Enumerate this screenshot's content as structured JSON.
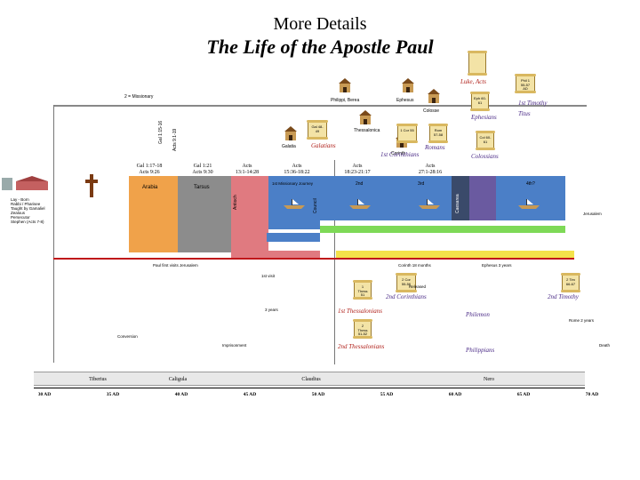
{
  "header": {
    "title": "More Details",
    "subtitle": "The Life of the Apostle Paul"
  },
  "top_notes": {
    "left_note": "2 = Missionary"
  },
  "churches": [
    {
      "name": "Philippi, Berea"
    },
    {
      "name": "Ephesus"
    },
    {
      "name": "Colosse"
    },
    {
      "name": "Thessalonica"
    },
    {
      "name": "Galatia"
    },
    {
      "name": "Corinth"
    }
  ],
  "letters": {
    "luke_acts": "Luke, Acts",
    "ephesians": "Ephesians",
    "first_timothy": "1st Timothy",
    "titus": "Titus",
    "galatians": "Galatians",
    "first_corinthians": "1st Corinthians",
    "romans": "Romans",
    "colossians": "Colossians",
    "first_thessalonians": "1st Thessalonians",
    "second_thessalonians": "2nd Thessalonians",
    "second_corinthians": "2nd Corinthians",
    "philemon": "Philemon",
    "philippians": "Philippians",
    "second_timothy": "2nd Timothy"
  },
  "scroll_notes": {
    "phil": "Phil 1 55-57 AD",
    "eph_dates": "Eph 60-61",
    "gal": "Gal 48-49",
    "col": "Col 60-61",
    "one_cor": "1 Cor 55",
    "rom": "Rom 57-58",
    "one_thess": "1 Thess 51",
    "two_thess": "2 Thess 51-52",
    "two_cor": "2 Cor 55-56",
    "two_tim": "2 Tim 66-67"
  },
  "acts_refs": [
    {
      "top": "Gal 1:17-18",
      "bottom": "Acts 9:26"
    },
    {
      "top": "Gal 1:21",
      "bottom": "Acts 9:30"
    },
    {
      "top": "Acts",
      "bottom": "13:1-14:28"
    },
    {
      "top": "Acts",
      "bottom": "15:36-18:22"
    },
    {
      "top": "Acts",
      "bottom": "18:23-21:17"
    },
    {
      "top": "Acts",
      "bottom": "27:1-28:16"
    }
  ],
  "vertical_labels": {
    "gal_note": "Gal 1:15-16",
    "acts_note": "Acts 9:1-19",
    "antioch": "Antioch",
    "council": "Council",
    "caesarea": "Caesarea"
  },
  "bands": {
    "arabia": "Arabia",
    "tarsus": "Tarsus",
    "first_journey": "1st Missionary Journey",
    "second": "2nd",
    "third": "3rd",
    "fourth": "4th?"
  },
  "left_panel": {
    "lines": [
      "Lay - Born",
      "Rabbi / Pharisee",
      "Taught by Gamaliel",
      "Zealous",
      "Persecutor",
      "Stephen (Acts 7-8)"
    ]
  },
  "timeline_notes": {
    "first_trip": "Paul first visits Jerusalem",
    "paul_visit": "1st visit",
    "three_years": "3 years",
    "corinth_notes": "Corinth 18 months",
    "ephesus_notes": "Ephesus 3 years",
    "jerusalem": "Jerusalem",
    "rome_prison": "Rome 2 years",
    "return_note": "Released",
    "conversion": "Conversion",
    "imprisonment": "Imprisonment",
    "final": "Death"
  },
  "emperors": [
    {
      "name": "Tiberius"
    },
    {
      "name": "Caligula"
    },
    {
      "name": "Claudius"
    },
    {
      "name": "Nero"
    }
  ],
  "years": [
    "30 AD",
    "35 AD",
    "40 AD",
    "45 AD",
    "50 AD",
    "55 AD",
    "60 AD",
    "65 AD",
    "70 AD"
  ],
  "colors": {
    "arabia": "#f0a24a",
    "tarsus": "#8c8c8c",
    "pink": "#e07a80",
    "journey_blue": "#4b7fc7",
    "green_bar": "#7ed957",
    "yellow_bar": "#f4e24a",
    "red_line": "#c0161a",
    "letter_purple": "#4a2a86",
    "letter_red": "#b0201a"
  }
}
